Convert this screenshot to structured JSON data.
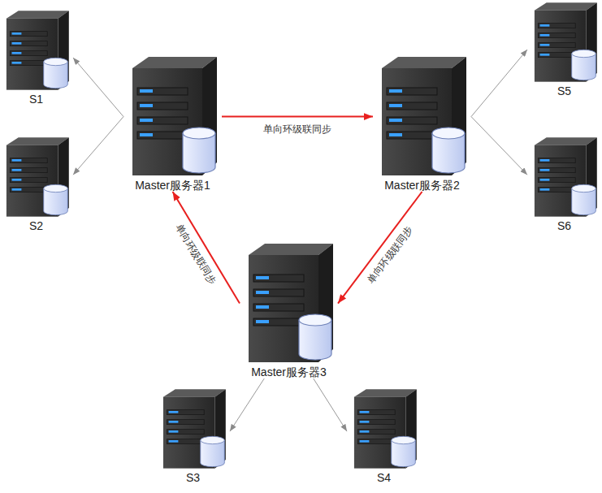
{
  "diagram": {
    "nodes": [
      {
        "text": [
          "Master服务器1"
        ]
      },
      {
        "text": [
          "S1"
        ]
      },
      {
        "text": [
          "S2"
        ]
      },
      {
        "text": [
          "Master服务器2"
        ]
      },
      {
        "text": [
          "S5"
        ]
      },
      {
        "text": [
          "S6"
        ]
      },
      {
        "text": [
          "Master服务器3"
        ]
      },
      {
        "text": [
          "S3"
        ]
      },
      {
        "text": [
          "S4"
        ]
      }
    ],
    "edges": [
      {
        "from": 0,
        "to": 1,
        "arrow": "to"
      },
      {
        "from": 0,
        "to": 2,
        "arrow": "to"
      },
      {
        "from": 0,
        "to": 3,
        "label": "单向环级联同步",
        "arrow": "to"
      },
      {
        "from": 3,
        "to": 4,
        "arrow": "to"
      },
      {
        "from": 3,
        "to": 5,
        "arrow": "to"
      },
      {
        "from": 3,
        "to": 6,
        "label": "单向环级联同步",
        "arrow": "to"
      },
      {
        "from": 6,
        "to": 0,
        "label": "单向环级联同步",
        "arrow": "to"
      },
      {
        "from": 6,
        "to": 7,
        "arrow": "to"
      },
      {
        "from": 6,
        "to": 8,
        "arrow": "to"
      }
    ]
  }
}
